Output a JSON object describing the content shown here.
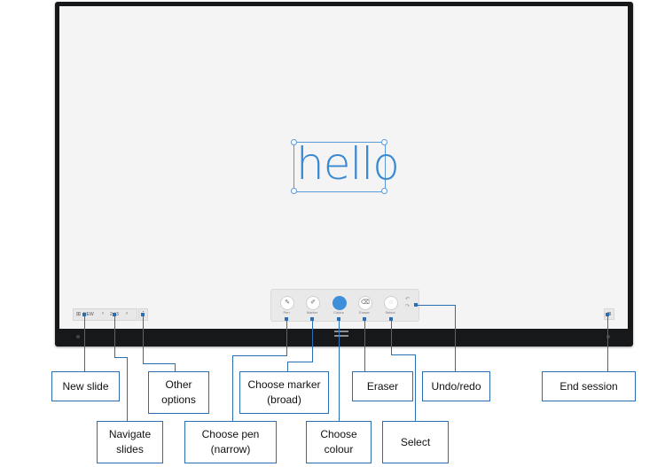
{
  "canvas": {
    "handwriting": "hello"
  },
  "bottom_left": {
    "new_label": "NEW",
    "prev": "‹",
    "page": "2 / 3",
    "next": "›",
    "more": "⋮"
  },
  "toolbar": {
    "pen_label": "Pen",
    "marker_label": "Marker",
    "colour_label": "Colour",
    "eraser_label": "Eraser",
    "select_label": "Select",
    "active_colour": "#3c8fd8"
  },
  "icons": {
    "pen": "pen-icon",
    "marker": "marker-icon",
    "eraser": "eraser-icon",
    "select": "select-icon",
    "undo": "undo-icon",
    "redo": "redo-icon",
    "end": "end-session-icon"
  },
  "callouts": {
    "new_slide": "New slide",
    "other_options": "Other options",
    "choose_marker": "Choose marker (broad)",
    "eraser": "Eraser",
    "undo_redo": "Undo/redo",
    "end_session": "End session",
    "navigate_slides": "Navigate slides",
    "choose_pen": "Choose pen (narrow)",
    "choose_colour": "Choose colour",
    "select": "Select"
  },
  "accent_color": "#2a6fb4"
}
